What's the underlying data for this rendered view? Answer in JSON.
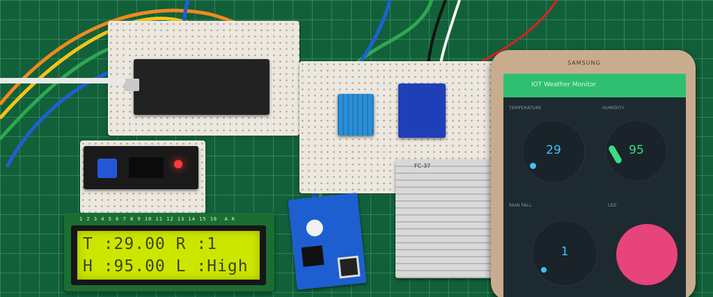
{
  "lcd": {
    "line1": "T :29.00 R :1",
    "line2": "H :95.00 L :High",
    "pin_labels": "1 2 3 4 5 6 7 8 9 10 11 12 13 14 15 16  A K"
  },
  "sensor_module": {
    "label": "FC-37"
  },
  "phone": {
    "brand": "SAMSUNG",
    "app": {
      "title": "IOT Weather Monitor",
      "temperature": {
        "label": "TEMPERATURE",
        "value": "29",
        "color": "#3ec0ff"
      },
      "humidity": {
        "label": "HUMIDITY",
        "value": "95",
        "color": "#3ddc84"
      },
      "rainfall": {
        "label": "RAIN FALL",
        "value": "1",
        "color": "#3ec0ff"
      },
      "led": {
        "label": "LED",
        "color": "#e6447a"
      }
    }
  }
}
